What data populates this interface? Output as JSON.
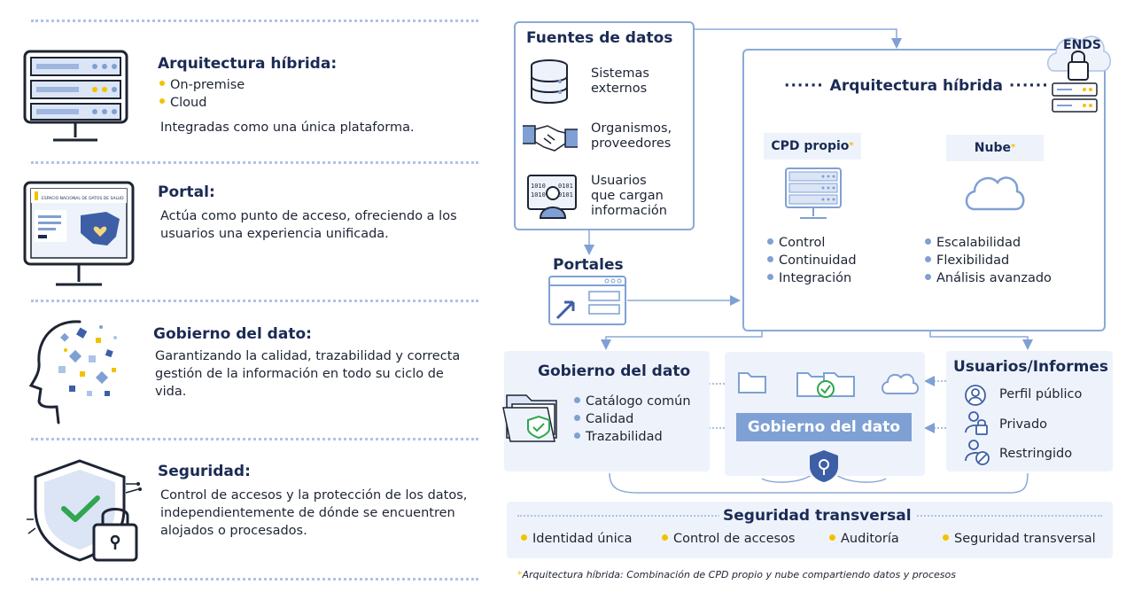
{
  "left": {
    "hybrid": {
      "title": "Arquitectura híbrida:",
      "bullets": [
        "On-premise",
        "Cloud"
      ],
      "text": "Integradas como una única plataforma."
    },
    "portal": {
      "title": "Portal:",
      "text1": "Actúa como punto de acceso, ofreciendo a los",
      "text2": "usuarios una experiencia unificada.",
      "screen_text": "ESPACIO NACIONAL DE DATOS DE SALUD"
    },
    "governance": {
      "title": "Gobierno del dato:",
      "text1": "Garantizando la calidad, trazabilidad y correcta",
      "text2": "gestión de la información en todo su ciclo de",
      "text3": "vida."
    },
    "security": {
      "title": "Seguridad:",
      "text1": "Control de accesos y la protección de los datos,",
      "text2": "independientemente de dónde se encuentren",
      "text3": "alojados o procesados."
    }
  },
  "sources": {
    "title": "Fuentes de datos",
    "items": [
      {
        "line1": "Sistemas",
        "line2": "externos",
        "line3": ""
      },
      {
        "line1": "Organismos,",
        "line2": "proveedores",
        "line3": ""
      },
      {
        "line1": "Usuarios",
        "line2": "que cargan",
        "line3": "información"
      }
    ]
  },
  "ends": {
    "label": "ENDS"
  },
  "hybrid_box": {
    "title": "Arquitectura híbrida",
    "cpd": {
      "label": "CPD propio",
      "star": "*",
      "features": [
        "Control",
        "Continuidad",
        "Integración"
      ]
    },
    "cloud": {
      "label": "Nube",
      "star": "*",
      "features": [
        "Escalabilidad",
        "Flexibilidad",
        "Análisis avanzado"
      ]
    }
  },
  "portales": {
    "title": "Portales"
  },
  "gobierno": {
    "title": "Gobierno del dato",
    "items": [
      "Catálogo común",
      "Calidad",
      "Trazabilidad"
    ],
    "center_label": "Gobierno del dato"
  },
  "usuarios": {
    "title": "Usuarios/Informes",
    "items": [
      "Perfil público",
      "Privado",
      "Restringido"
    ]
  },
  "seguridad": {
    "title": "Seguridad transversal",
    "items": [
      "Identidad única",
      "Control de accesos",
      "Auditoría",
      "Seguridad transversal"
    ]
  },
  "footnote": {
    "star": "*",
    "text": "Arquitectura híbrida: Combinación de CPD propio y nube compartiendo datos y procesos"
  },
  "colors": {
    "navy": "#1b2b54",
    "accent_blue": "#7fa0d4",
    "light_panel": "#eef3fb",
    "yellow": "#f2c200",
    "green": "#2fa64f"
  }
}
